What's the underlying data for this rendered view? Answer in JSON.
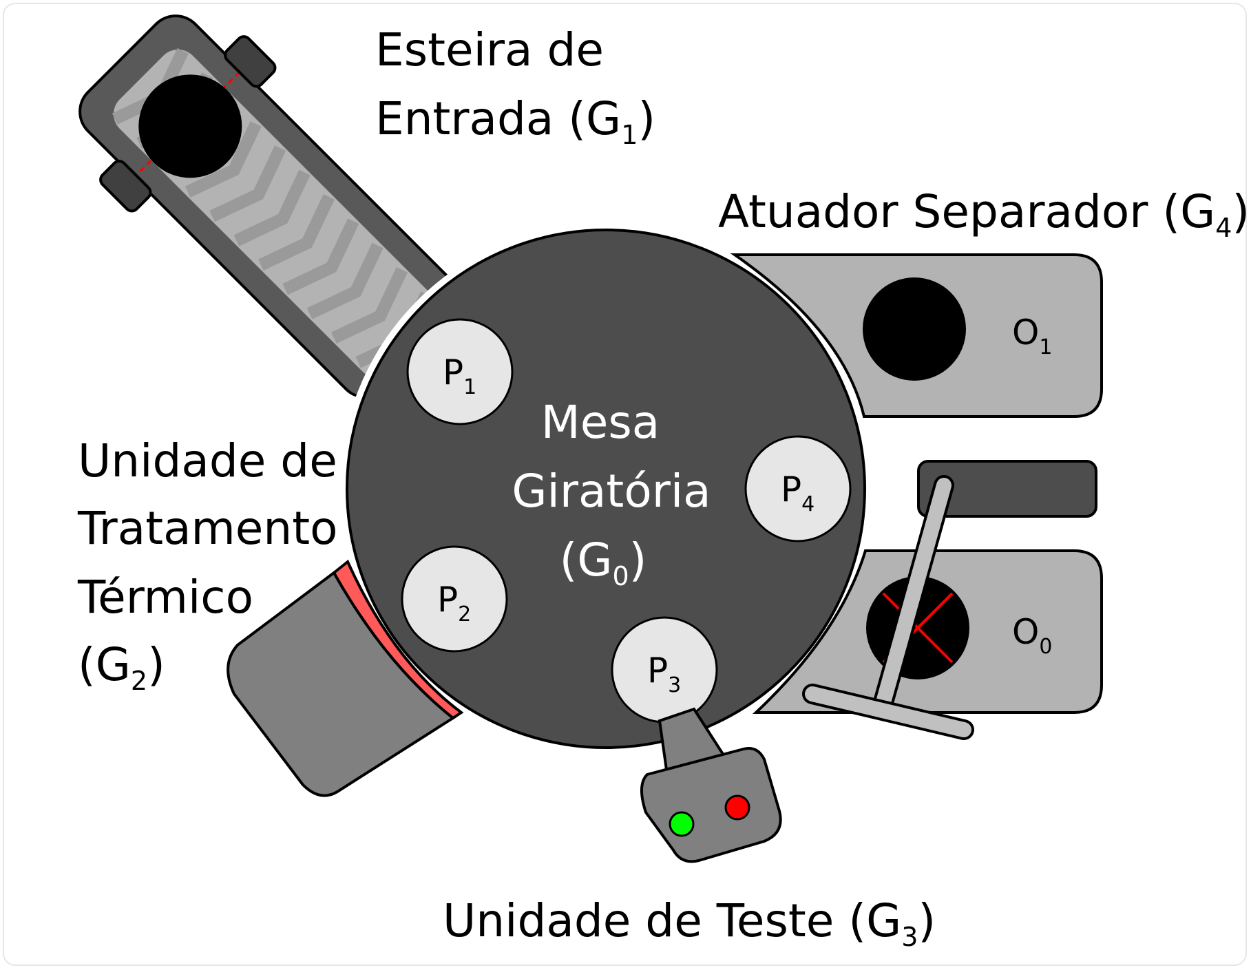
{
  "labels": {
    "conveyor": {
      "line1": "Esteira de",
      "line2_main": "Entrada (G",
      "line2_sub": "1",
      "line2_end": ")"
    },
    "separator": {
      "main": "Atuador Separador (G",
      "sub": "4",
      "end": ")"
    },
    "thermal": {
      "line1": "Unidade de",
      "line2": "Tratamento",
      "line3": "Térmico",
      "line4_main": "(G",
      "line4_sub": "2",
      "line4_end": ")"
    },
    "test": {
      "main": "Unidade de Teste (G",
      "sub": "3",
      "end": ")"
    },
    "table": {
      "line1": "Mesa",
      "line2": "Giratória",
      "line3_main": "(G",
      "line3_sub": "0",
      "line3_end": ")"
    }
  },
  "positions": [
    {
      "main": "P",
      "sub": "1"
    },
    {
      "main": "P",
      "sub": "2"
    },
    {
      "main": "P",
      "sub": "3"
    },
    {
      "main": "P",
      "sub": "4"
    }
  ],
  "outputs": [
    {
      "main": "O",
      "sub": "1"
    },
    {
      "main": "O",
      "sub": "0"
    }
  ],
  "colors": {
    "table": "#4d4d4d",
    "conveyor_dark": "#595959",
    "conveyor_belt": "#b3b3b3",
    "bin": "#b3b3b3",
    "heater": "#808080",
    "heater_strip": "#ff5a5a",
    "test_green": "#00ff00",
    "test_red": "#ff0000",
    "position_fill": "#e6e6e6"
  },
  "icons": {
    "test_led_ok": "green-led-icon",
    "test_led_fail": "red-led-icon"
  }
}
